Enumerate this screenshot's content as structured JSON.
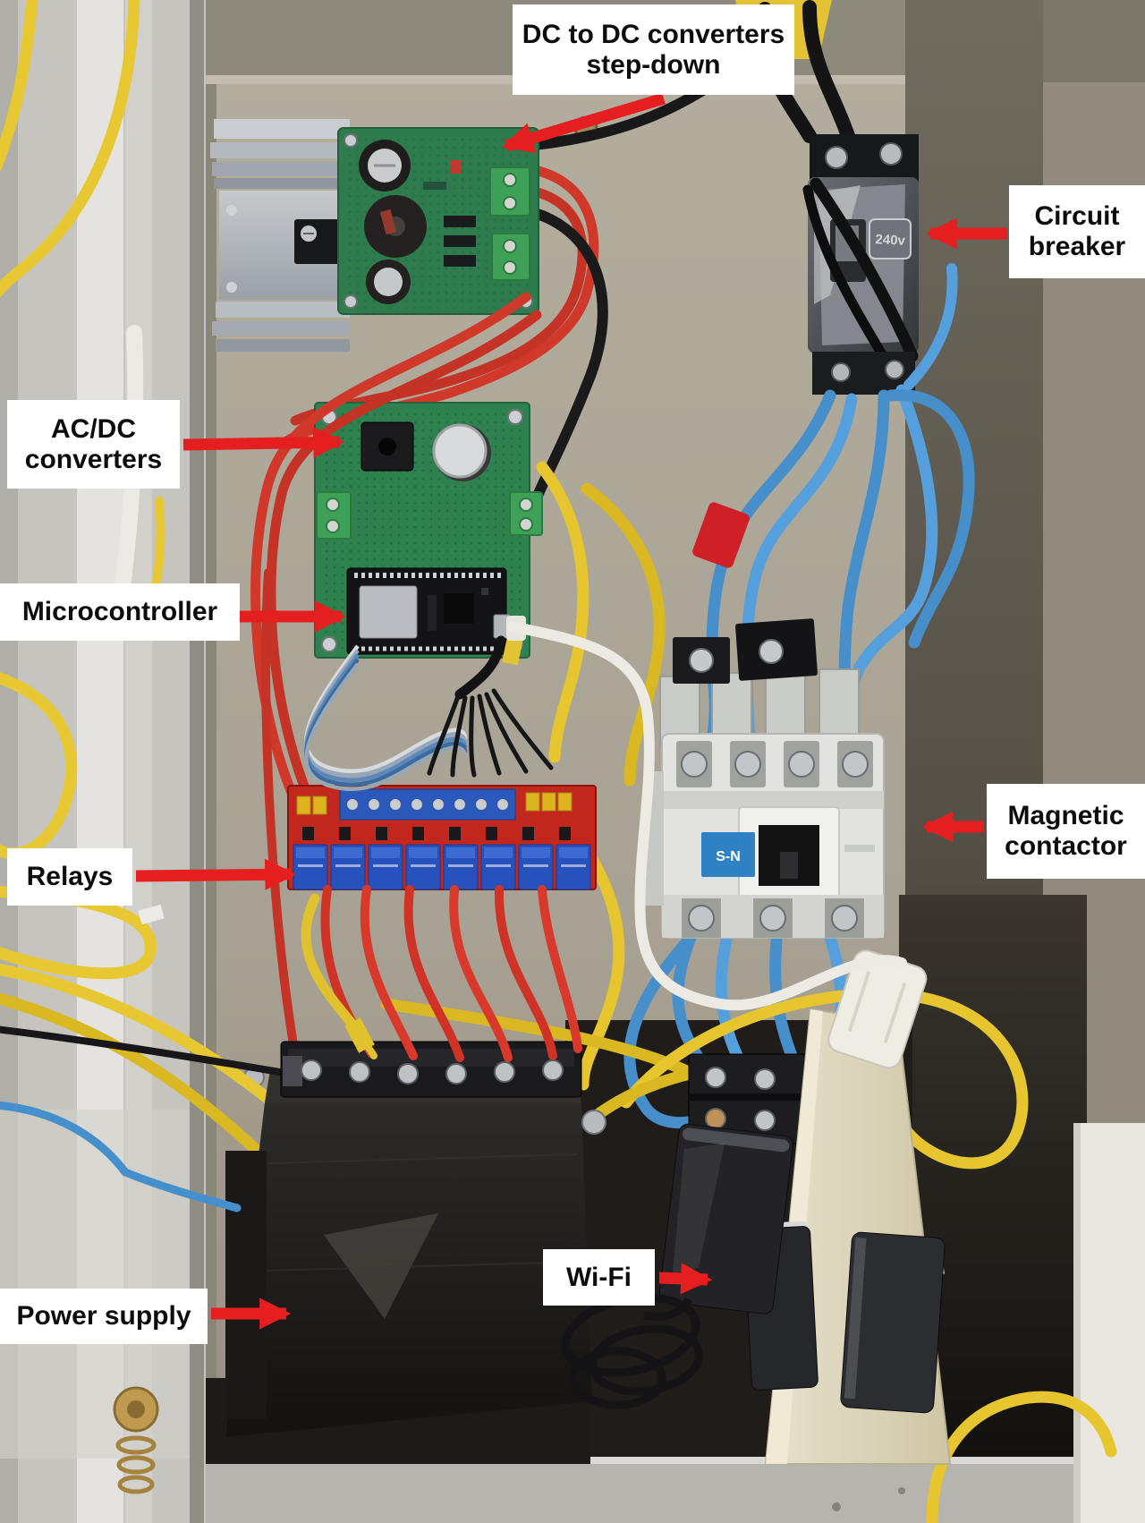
{
  "figure": {
    "type": "annotated-photo",
    "description": "Inside of an electrical control cabinet with labeled components",
    "annotation_arrow_color": "#e51f1f",
    "label_background": "#ffffff",
    "label_text_color": "#0d0d0d"
  },
  "annotations": [
    {
      "id": "dc-dc-converters",
      "text": "DC to DC converters step-down"
    },
    {
      "id": "circuit-breaker",
      "text": "Circuit breaker"
    },
    {
      "id": "ac-dc-converters",
      "text": "AC/DC converters"
    },
    {
      "id": "microcontroller",
      "text": "Microcontroller"
    },
    {
      "id": "relays",
      "text": "Relays"
    },
    {
      "id": "magnetic-contactor",
      "text": "Magnetic contactor"
    },
    {
      "id": "wifi",
      "text": "Wi-Fi"
    },
    {
      "id": "power-supply",
      "text": "Power supply"
    }
  ],
  "component_markings": {
    "breaker_voltage": "240v",
    "contactor_brand": "S-N"
  }
}
